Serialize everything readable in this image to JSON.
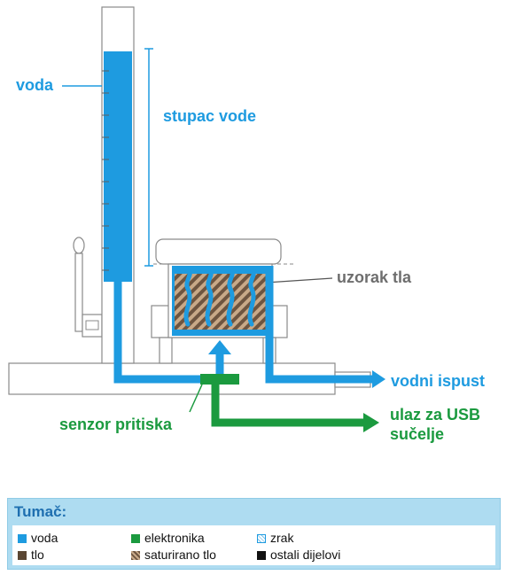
{
  "labels": {
    "voda": "voda",
    "stupac_vode": "stupac vode",
    "uzorak_tla": "uzorak tla",
    "vodni_ispust": "vodni ispust",
    "ulaz_usb_line1": "ulaz za USB",
    "ulaz_usb_line2": "sučelje",
    "senzor_pritiska": "senzor pritiska"
  },
  "legend": {
    "title": "Tumač:",
    "items": [
      {
        "label": "voda",
        "swatch": "water"
      },
      {
        "label": "tlo",
        "swatch": "soil"
      },
      {
        "label": "elektronika",
        "swatch": "electronics"
      },
      {
        "label": "saturirano tlo",
        "swatch": "saturated-soil"
      },
      {
        "label": "zrak",
        "swatch": "air"
      },
      {
        "label": "ostali dijelovi",
        "swatch": "other-parts"
      }
    ]
  },
  "colors": {
    "water": "#1e9be0",
    "electronics": "#1b9a3f",
    "soil": "#5a4633",
    "outline": "#8a8a8a",
    "label_grey": "#6e6e6e",
    "legend_bg": "#aedcf1",
    "legend_title": "#1e6fb0"
  }
}
